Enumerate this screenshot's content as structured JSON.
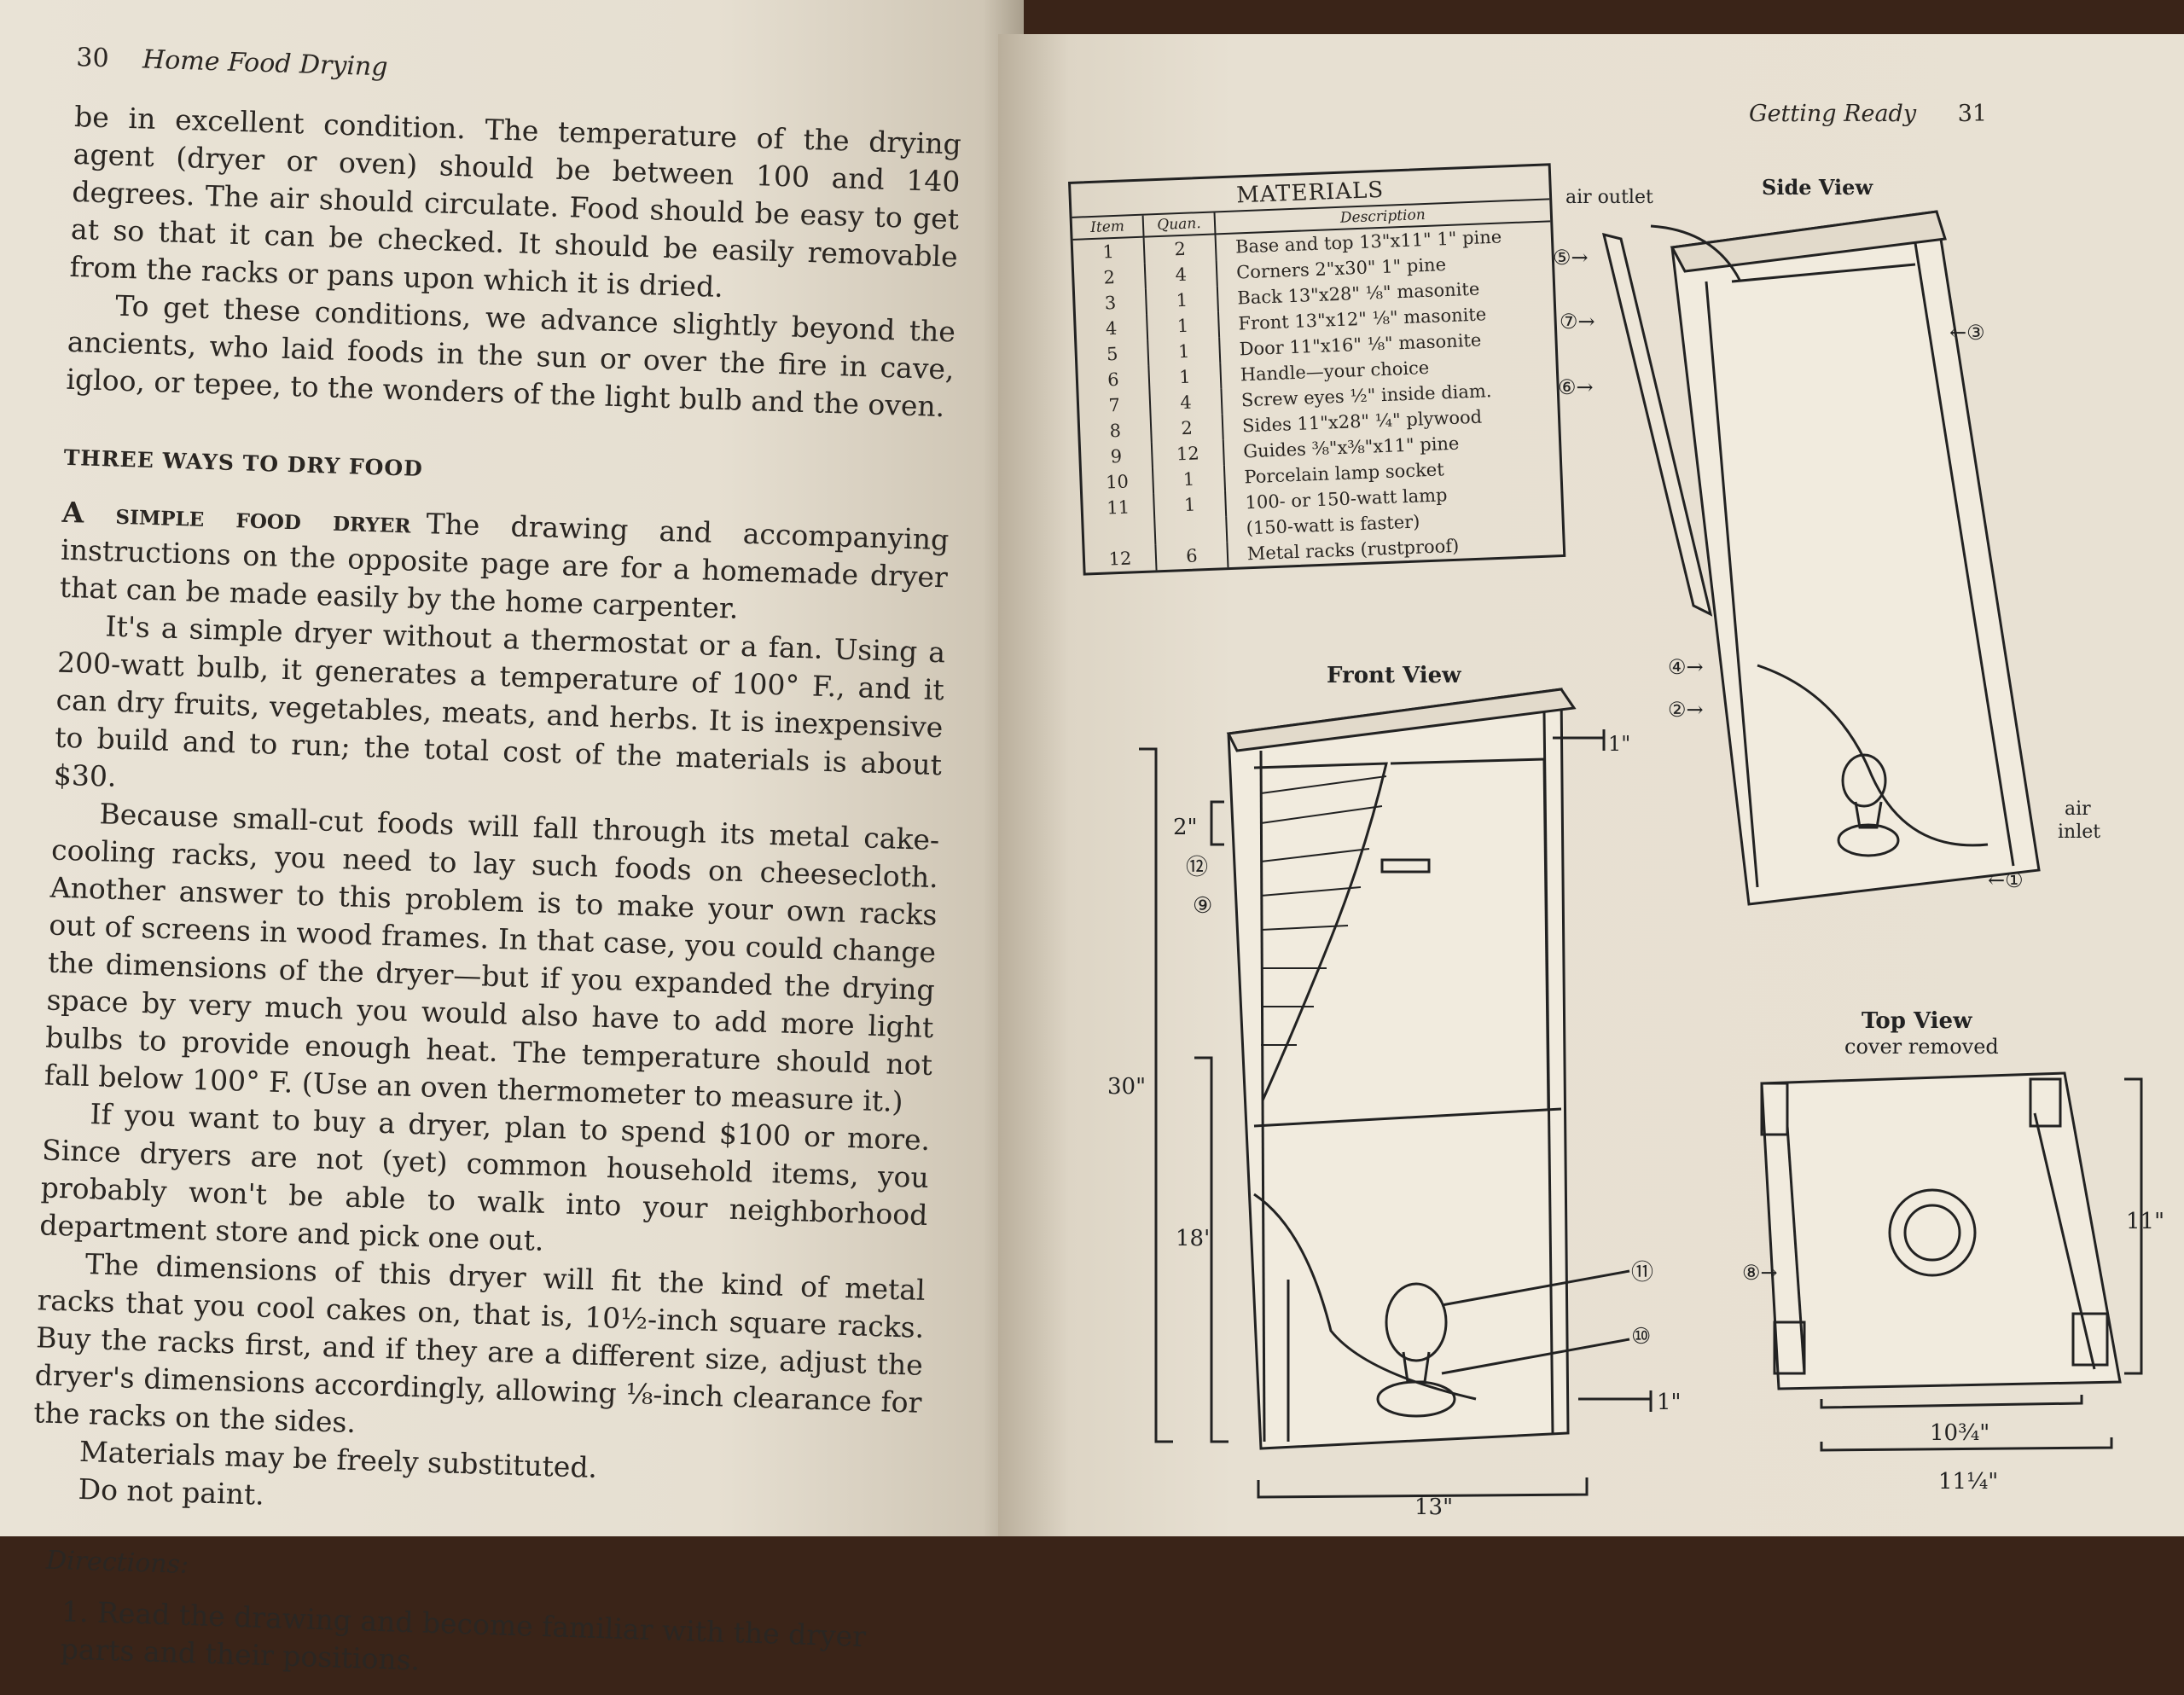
{
  "left_page": {
    "page_number": "30",
    "running_head": "Home Food Drying",
    "intro_paragraphs": [
      "be in excellent condition. The temperature of the drying agent (dryer or oven) should be between 100 and 140 degrees. The air should circulate. Food should be easy to get at so that it can be checked. It should be easily removable from the racks or pans upon which it is dried.",
      "To get these conditions, we advance slightly beyond the ancients, who laid foods in the sun or over the fire in cave, igloo, or tepee, to the wonders of the light bulb and the oven."
    ],
    "section_heading": "THREE WAYS TO DRY FOOD",
    "subsection_runin": "A simple food dryer",
    "subsection_paragraphs": [
      "The drawing and accompanying instructions on the opposite page are for a homemade dryer that can be made easily by the home carpenter.",
      "It's a simple dryer without a thermostat or a fan. Using a 200-watt bulb, it generates a temperature of 100° F., and it can dry fruits, vegetables, meats, and herbs. It is inexpensive to build and to run; the total cost of the materials is about $30.",
      "Because small-cut foods will fall through its metal cake-cooling racks, you need to lay such foods on cheesecloth. Another answer to this problem is to make your own racks out of screens in wood frames. In that case, you could change the dimensions of the dryer—but if you expanded the drying space by very much you would also have to add more light bulbs to provide enough heat. The temperature should not fall below 100° F. (Use an oven thermometer to measure it.)",
      "If you want to buy a dryer, plan to spend $100 or more. Since dryers are not (yet) common household items, you probably won't be able to walk into your neighborhood department store and pick one out.",
      "The dimensions of this dryer will fit the kind of metal racks that you cool cakes on, that is, 10½-inch square racks. Buy the racks first, and if they are a different size, adjust the dryer's dimensions accordingly, allowing ⅛-inch clearance for the racks on the sides.",
      "Materials may be freely substituted.",
      "Do not paint."
    ],
    "directions_heading": "Directions:",
    "directions": [
      "1. Read the drawing and become familiar with the dryer parts and their positions."
    ]
  },
  "right_page": {
    "page_number": "31",
    "running_head": "Getting Ready",
    "materials_table": {
      "title": "MATERIALS",
      "headers": [
        "Item",
        "Quan.",
        "Description"
      ],
      "rows": [
        [
          "1",
          "2",
          "Base and top 13\"x11\" 1\" pine"
        ],
        [
          "2",
          "4",
          "Corners 2\"x30\" 1\" pine"
        ],
        [
          "3",
          "1",
          "Back 13\"x28\" ⅛\" masonite"
        ],
        [
          "4",
          "1",
          "Front 13\"x12\" ⅛\" masonite"
        ],
        [
          "5",
          "1",
          "Door 11\"x16\" ⅛\" masonite"
        ],
        [
          "6",
          "1",
          "Handle—your choice"
        ],
        [
          "7",
          "4",
          "Screw eyes ½\" inside diam."
        ],
        [
          "8",
          "2",
          "Sides 11\"x28\" ¼\" plywood"
        ],
        [
          "9",
          "12",
          "Guides ⅜\"x⅜\"x11\" pine"
        ],
        [
          "10",
          "1",
          "Porcelain lamp socket"
        ],
        [
          "11",
          "1",
          "100- or 150-watt lamp"
        ],
        [
          "",
          "",
          "(150-watt is faster)"
        ],
        [
          "12",
          "6",
          "Metal racks (rustproof)"
        ]
      ]
    },
    "front_view": {
      "title": "Front View",
      "dim_top": "1\"",
      "dim_rack_gap": "2\"",
      "dim_height": "30\"",
      "dim_lower": "18\"",
      "dim_bottom": "1\"",
      "dim_width": "13\"",
      "callouts": [
        "⑫",
        "⑨",
        "⑪",
        "⑩"
      ]
    },
    "side_view": {
      "title": "Side View",
      "air_outlet": "air outlet",
      "air_inlet_1": "air",
      "air_inlet_2": "inlet",
      "callouts": [
        "⑤→",
        "⑦→",
        "⑥→",
        "④→",
        "②→",
        "←③",
        "←①"
      ]
    },
    "top_view": {
      "title": "Top View",
      "subtitle": "cover removed",
      "dim_side": "11\"",
      "dim_inner": "10¾\"",
      "dim_outer": "11¼\"",
      "callout": "⑧→"
    }
  }
}
